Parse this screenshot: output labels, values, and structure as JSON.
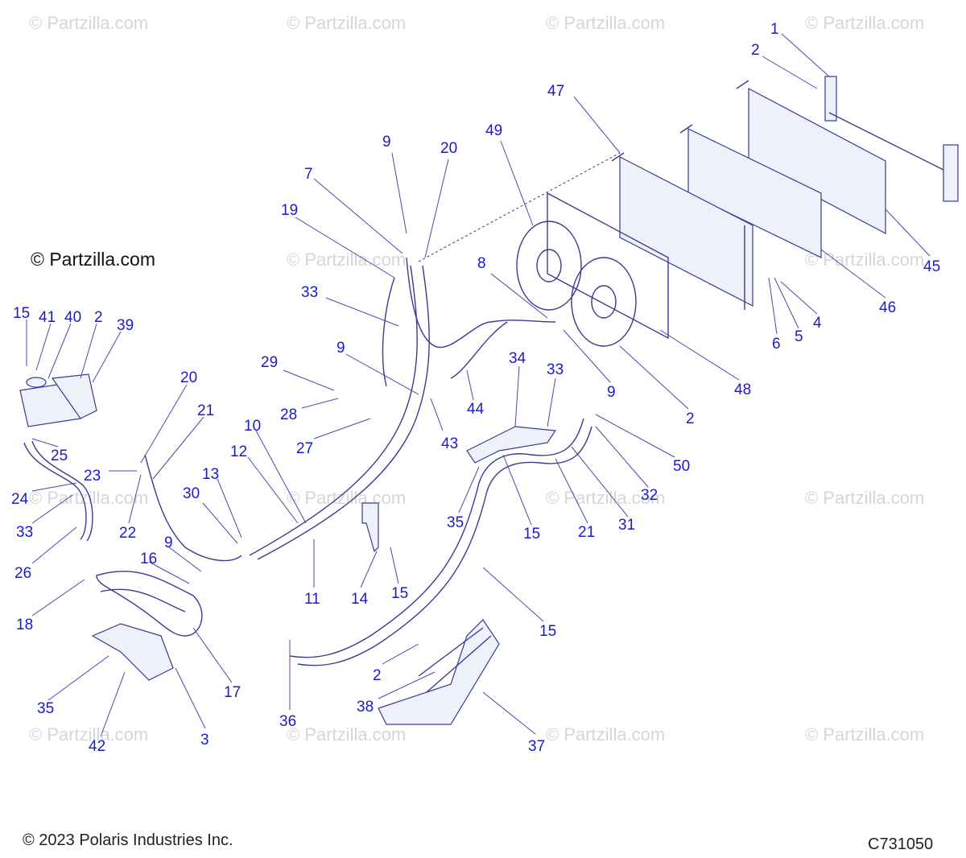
{
  "watermark": "© Partzilla.com",
  "credit_top": "© Partzilla.com",
  "copyright": "© 2023 Polaris Industries Inc.",
  "drawing_id": "C731050",
  "callouts": [
    "1",
    "2",
    "47",
    "49",
    "9",
    "20",
    "7",
    "19",
    "33",
    "8",
    "15",
    "41",
    "40",
    "2",
    "39",
    "9",
    "29",
    "20",
    "28",
    "21",
    "10",
    "27",
    "12",
    "43",
    "44",
    "34",
    "33",
    "9",
    "2",
    "48",
    "45",
    "46",
    "6",
    "5",
    "4",
    "25",
    "23",
    "24",
    "13",
    "30",
    "22",
    "33",
    "21",
    "31",
    "32",
    "50",
    "35",
    "15",
    "26",
    "9",
    "14",
    "15",
    "11",
    "16",
    "18",
    "17",
    "15",
    "35",
    "42",
    "3",
    "36",
    "2",
    "38",
    "37"
  ]
}
